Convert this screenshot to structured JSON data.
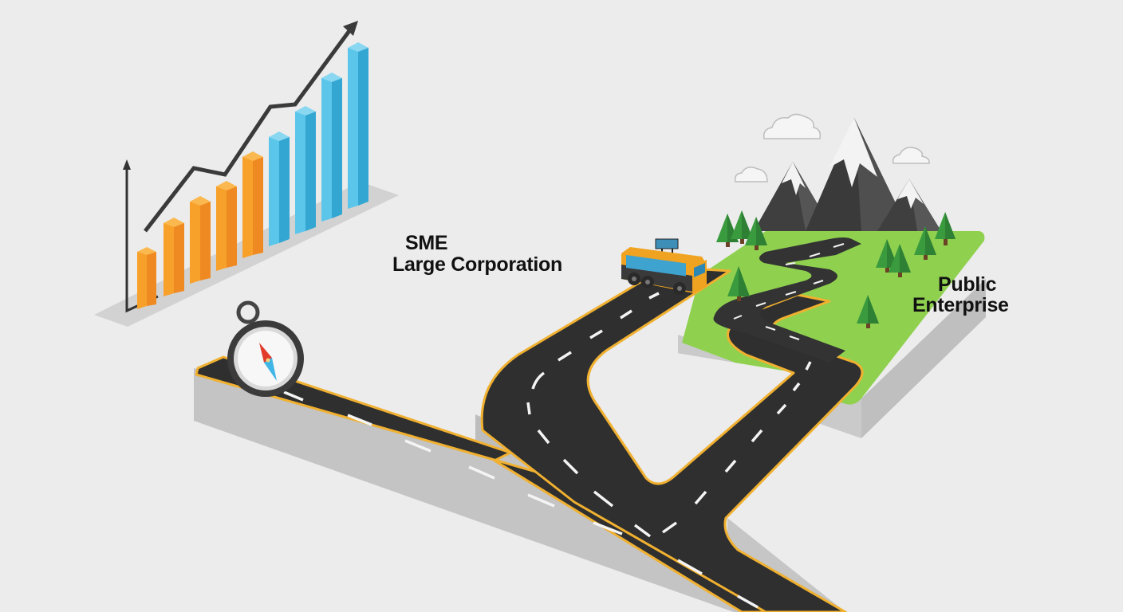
{
  "labels": {
    "sme": "SME",
    "large_corporation": "Large Corporation",
    "public": "Public",
    "enterprise": "Enterprise"
  },
  "illustration": {
    "background": "#ececec",
    "growth_chart": {
      "bars_orange": 5,
      "bars_blue": 4,
      "orange": "#f7a12b",
      "blue": "#4bbde3",
      "trend_arrow": "up-right"
    },
    "icons": [
      "compass-icon",
      "bus-icon",
      "mountain-icon",
      "cloud-icon",
      "tree-icon",
      "trend-arrow-icon"
    ],
    "road_color": "#2f2f2f",
    "road_edge_color": "#f0b030",
    "grass_color": "#8fd14f"
  }
}
